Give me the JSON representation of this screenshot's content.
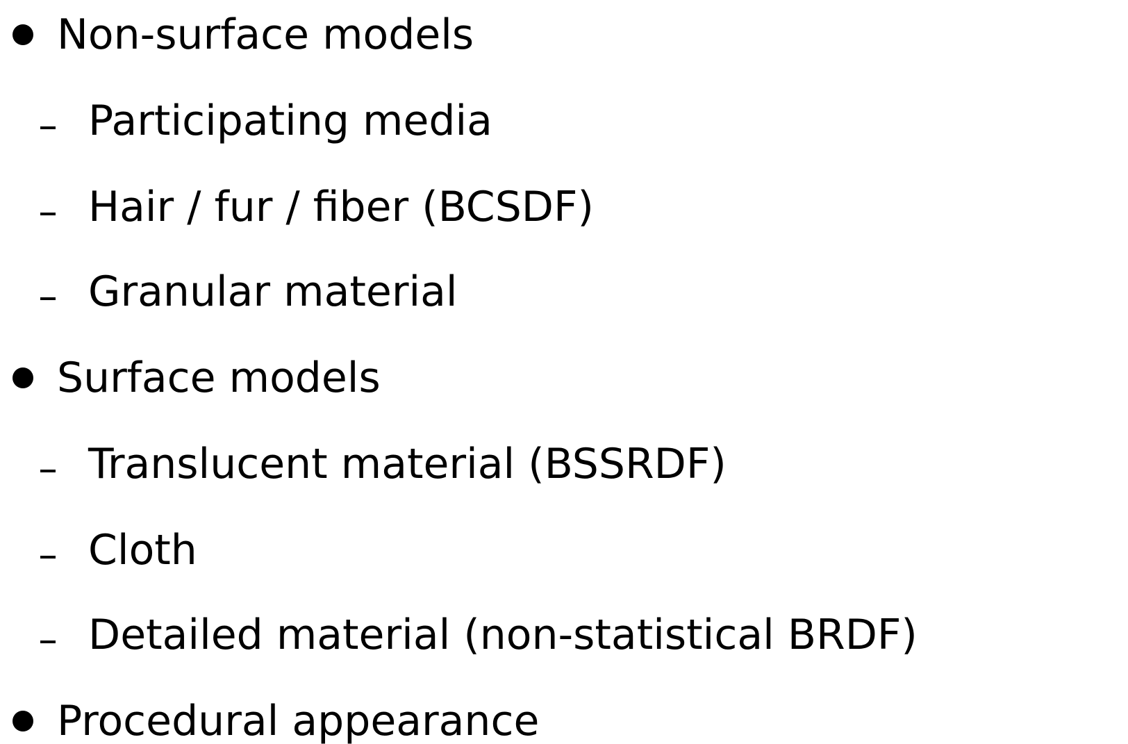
{
  "items": [
    {
      "label": "Non-surface models",
      "children": [
        "Participating media",
        "Hair / fur / fiber (BCSDF)",
        "Granular material"
      ]
    },
    {
      "label": "Surface models",
      "children": [
        "Translucent material (BSSRDF)",
        "Cloth",
        "Detailed material (non-statistical BRDF)"
      ]
    },
    {
      "label": "Procedural appearance",
      "children": []
    }
  ]
}
